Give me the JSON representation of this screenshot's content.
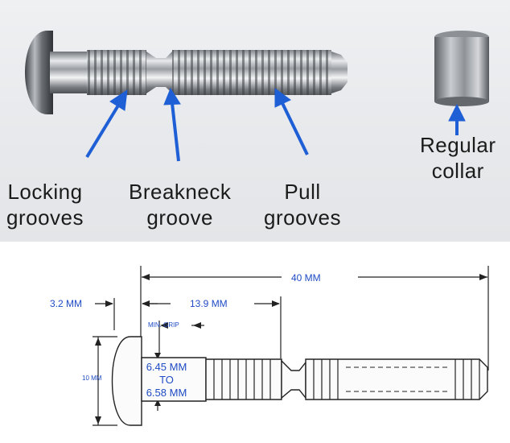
{
  "photo": {
    "labels": {
      "locking_grooves": [
        "Locking",
        "grooves"
      ],
      "breakneck_groove": [
        "Breakneck",
        "groove"
      ],
      "pull_grooves": [
        "Pull",
        "grooves"
      ],
      "regular_collar": [
        "Regular",
        "collar"
      ]
    },
    "arrow_color": "#1f5fd6"
  },
  "drawing": {
    "overall_length": "40 MM",
    "head_thickness": "3.2 MM",
    "grip_length": "13.9 MM",
    "min_grip": "MIN. GRIP",
    "head_diameter": "10 MM",
    "shank_diameter_lines": [
      "6.45 MM",
      "TO",
      "6.58 MM"
    ],
    "dimension_color": "#1f4bc4"
  }
}
